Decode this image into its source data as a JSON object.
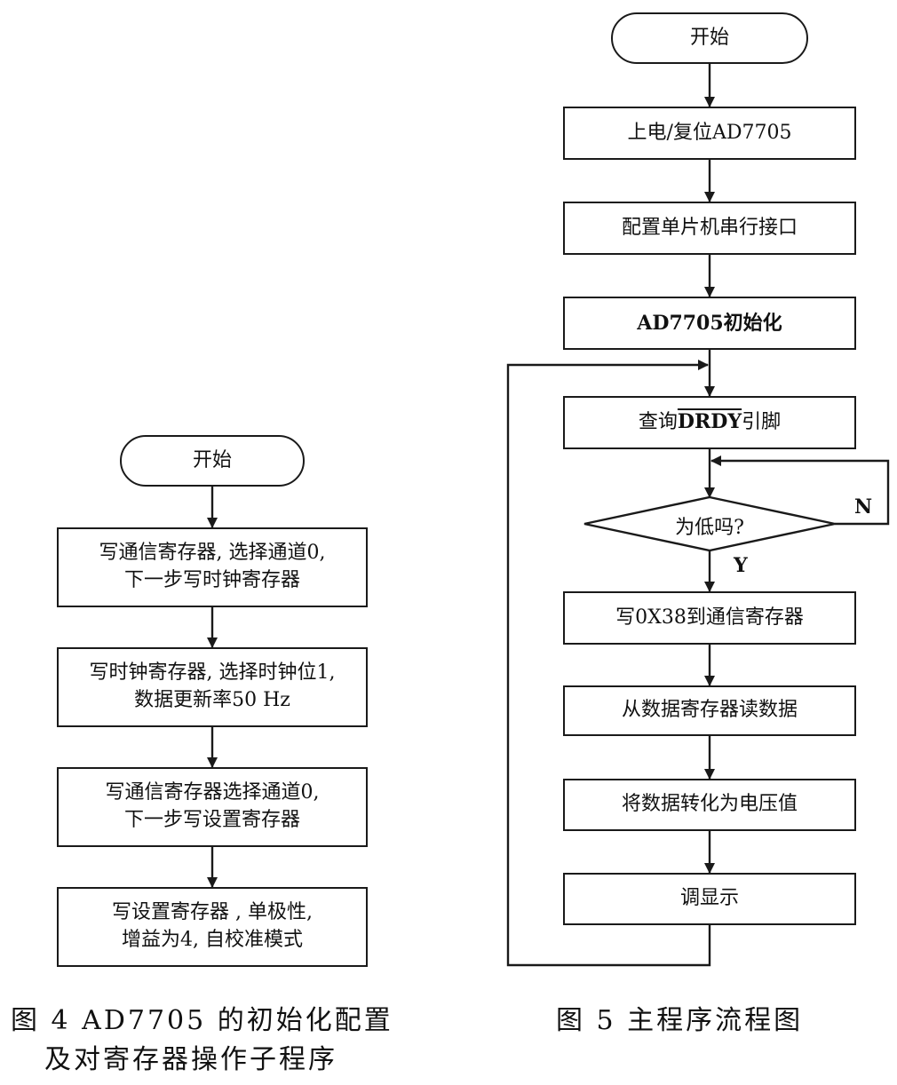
{
  "fig4": {
    "start": "开始",
    "steps": [
      [
        "写通信寄存器, 选择通道0,",
        "下一步写时钟寄存器"
      ],
      [
        "写时钟寄存器, 选择时钟位1,",
        "数据更新率50 Hz"
      ],
      [
        "写通信寄存器选择通道0,",
        "下一步写设置寄存器"
      ],
      [
        "写设置寄存器 , 单极性,",
        "增益为4, 自校准模式"
      ]
    ],
    "caption_line1": "图 4   AD7705 的初始化配置",
    "caption_line2": "及对寄存器操作子程序"
  },
  "fig5": {
    "start": "开始",
    "step1": "上电/复位AD7705",
    "step2": "配置单片机串行接口",
    "step3": "AD7705初始化",
    "step4_prefix": "查询",
    "step4_signal": "DRDY",
    "step4_suffix": "引脚",
    "decision": "为低吗?",
    "label_no": "N",
    "label_yes": "Y",
    "step5": "写0X38到通信寄存器",
    "step6": "从数据寄存器读数据",
    "step7": "将数据转化为电压值",
    "step8": "调显示",
    "caption": "图 5   主程序流程图"
  }
}
